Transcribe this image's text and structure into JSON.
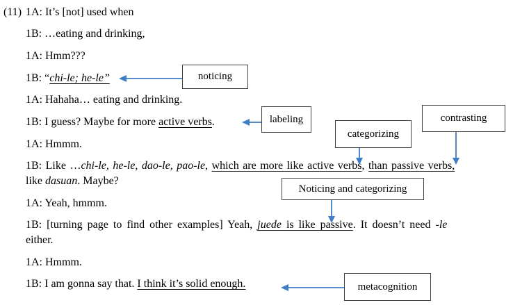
{
  "colors": {
    "arrow": "#3E7DC8",
    "box_border": "#404040",
    "text": "#000000",
    "background": "#ffffff"
  },
  "example_number": "(11)",
  "dialogue": [
    {
      "segments": [
        {
          "t": "1A: It’s [not] used when"
        }
      ]
    },
    {
      "segments": [
        {
          "t": "1B: …eating and drinking,"
        }
      ]
    },
    {
      "segments": [
        {
          "t": "1A: Hmm???"
        }
      ]
    },
    {
      "segments": [
        {
          "t": "1B: “"
        },
        {
          "t": "chi-le; he-le”",
          "i": true,
          "u": true
        }
      ]
    },
    {
      "segments": [
        {
          "t": "1A: Hahaha… eating and drinking."
        }
      ]
    },
    {
      "segments": [
        {
          "t": "1B: I guess? Maybe for more "
        },
        {
          "t": "active verbs",
          "u": true
        },
        {
          "t": "."
        }
      ]
    },
    {
      "segments": [
        {
          "t": "1A: Hmmm."
        }
      ]
    },
    {
      "segments": [
        {
          "t": "1B: Like …"
        },
        {
          "t": "chi-le, he-le, dao-le, pao-le,",
          "i": true
        },
        {
          "t": " "
        },
        {
          "t": "which are more like active verbs",
          "u": true
        },
        {
          "t": ", "
        },
        {
          "t": "than passive verbs,",
          "u": true
        }
      ]
    },
    {
      "segments": [
        {
          "t": "like "
        },
        {
          "t": "dasuan",
          "i": true
        },
        {
          "t": ". Maybe?"
        }
      ]
    },
    {
      "segments": [
        {
          "t": "1A: Yeah, hmmm."
        }
      ]
    },
    {
      "segments": [
        {
          "t": "1B: [turning page to find other examples] Yeah, "
        },
        {
          "t": "juede",
          "i": true,
          "u": true
        },
        {
          "t": " is like passive",
          "u": true
        },
        {
          "t": ". It doesn’t need "
        },
        {
          "t": "-le",
          "i": true
        }
      ]
    },
    {
      "segments": [
        {
          "t": "either."
        }
      ]
    },
    {
      "segments": [
        {
          "t": "1A: Hmmm."
        }
      ]
    },
    {
      "segments": [
        {
          "t": "1B: I am gonna say that. "
        },
        {
          "t": "I think it’s solid enough.",
          "u": true
        }
      ]
    }
  ],
  "annotations": [
    {
      "label": "noticing"
    },
    {
      "label": "labeling"
    },
    {
      "label": "categorizing"
    },
    {
      "label": "contrasting"
    },
    {
      "label": "Noticing and categorizing"
    },
    {
      "label": "metacognition"
    }
  ]
}
